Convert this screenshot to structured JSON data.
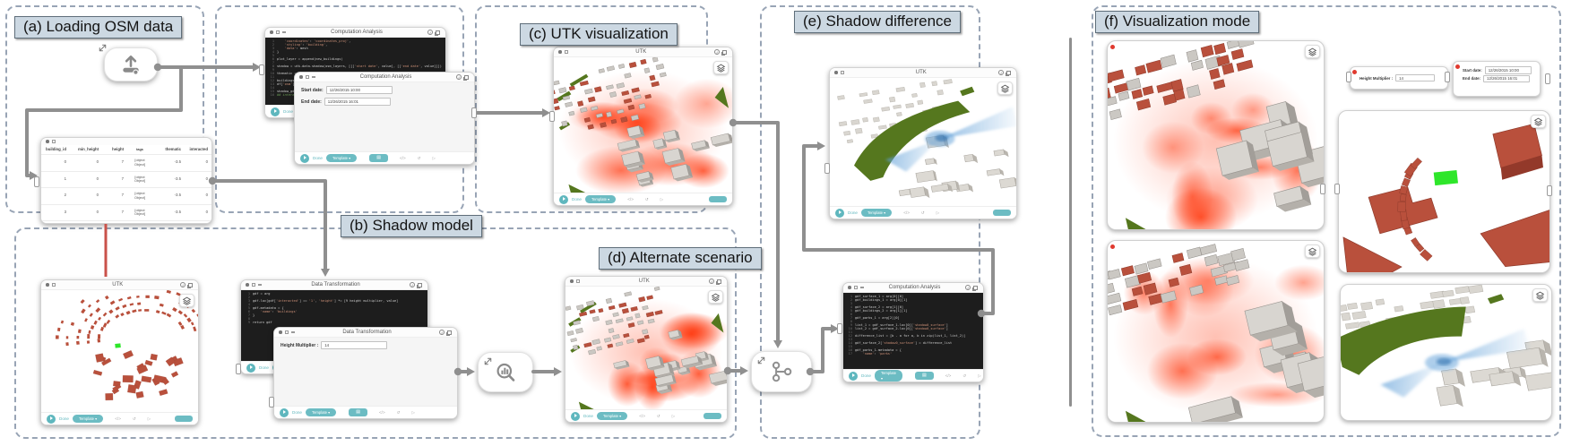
{
  "figure": {
    "panels": {
      "a": "(a) Loading OSM data",
      "b": "(b) Shadow model",
      "c": "(c) UTK visualization",
      "d": "(d) Alternate scenario",
      "e": "(e) Shadow difference",
      "f": "(f) Visualization mode"
    }
  },
  "node_toolbar": {
    "status": "Done",
    "pill": "Template ▾",
    "export": "▤"
  },
  "map_window": {
    "title": "UTK"
  },
  "windows": {
    "ca_code": {
      "title": "Computation Analysis",
      "code": [
        "    'coordinates': 'coordinates_proj',",
        "    'styling': 'building',",
        "    'data': mesh",
        "}",
        "",
        "plot_layer = append(new_buildings)",
        "",
        "shadow = utk.data.shadow(osm_layers, [[['start date', value], [['end date', value]]])",
        "",
        "thematic = shadow.get()",
        "",
        "buildings_gdf = shadow.attach()",
        "df['osm'] = thematic",
        "",
        "shadow_gdf = merge(df)",
        "## interactions"
      ]
    },
    "ca_dialog": {
      "title": "Computation Analysis",
      "start_label": "Start date:",
      "start_value": "12/26/2015 10:00",
      "end_label": "End date:",
      "end_value": "12/26/2015 16:01"
    },
    "table": {
      "columns": [
        "building_id",
        "min_height",
        "height",
        "tags",
        "thematic",
        "interacted"
      ],
      "rows": [
        [
          "0",
          "0",
          "7",
          "[object Object]",
          "-3.5",
          "0"
        ],
        [
          "1",
          "0",
          "7",
          "[object Object]",
          "-3.5",
          "0"
        ],
        [
          "2",
          "0",
          "7",
          "[object Object]",
          "-3.5",
          "0"
        ],
        [
          "3",
          "0",
          "7",
          "[object Object]",
          "-3.5",
          "0"
        ]
      ]
    },
    "dt_code": {
      "title": "Data Transformation",
      "code": [
        "gdf = arg",
        "",
        "gdf.loc[gdf['interacted'] == '1', 'height'] *= [9 height multiplier, value]",
        "",
        "gdf.metadata = {",
        "    'name': 'buildings'",
        "}",
        "",
        "return gdf"
      ]
    },
    "dt_dialog": {
      "title": "Data Transformation",
      "label": "Height Multiplier :",
      "value": "14"
    },
    "ca_diff": {
      "title": "Computation Analysis",
      "code": [
        "gdf_surface_1 = arg[0][0]",
        "gdf_buildings_1 = arg[0][1]",
        "",
        "gdf_surface_2 = arg[1][0]",
        "gdf_buildings_2 = arg[1][1]",
        "",
        "gdf_parks_1 = arg[2][0]",
        "",
        "list_1 = gdf_surface_1.loc[0]['shadow0_surface']",
        "list_2 = gdf_surface_2.loc[0]['shadow0_surface']",
        "",
        "difference_list = [b - a for a, b in zip(list_1, list_2)]",
        "",
        "gdf_surface_2['shadow0_surface'] = difference_list",
        "",
        "gdf_parks_1.metadata = {",
        "    'name': 'parks'"
      ]
    }
  },
  "f_widgets": {
    "height_multiplier": {
      "label": "Height Multiplier :",
      "value": "14"
    },
    "dates": {
      "start_label": "Start date:",
      "start_value": "12/26/2015 10:00",
      "end_label": "End date:",
      "end_value": "12/26/2015 16:01"
    }
  },
  "colors": {
    "accent_teal": "#5fb7be",
    "panel_border": "#98a4b5",
    "label_bg": "#ccd8e2",
    "arrow_gray": "#8f8f8f",
    "connector_red": "#c9524a",
    "heat_red": "#ff2d00",
    "roof_red": "#b9503c",
    "building_gray": "#d8d5d0",
    "building_side": "#a29e99",
    "park_green": "#55771e",
    "highlight_green": "#2ee62a",
    "shadow_blue": "#5f9fd8",
    "code_bg": "#1d1d1d",
    "code_string": "#ce9178",
    "code_text": "#d4d4d4"
  }
}
